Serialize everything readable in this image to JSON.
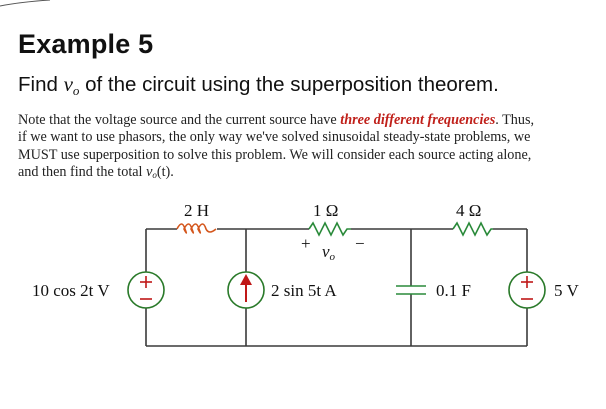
{
  "heading": {
    "title": "Example 5",
    "subtitle_prefix": "Find",
    "subtitle_var": "v",
    "subtitle_var_sub": "o",
    "subtitle_suffix": "of the circuit using the superposition theorem."
  },
  "note": {
    "part1": "Note that the voltage source and the current source have",
    "highlight": "three different frequencies",
    "part2": ". Thus, if we want to use phasors, the only way we've solved sinusoidal steady-state problems, we MUST use superposition to solve this problem. We will consider each source acting alone, and then find the total",
    "var": "v",
    "var_sub": "o",
    "var_arg": "(t).",
    "highlight_color": "#c0201a"
  },
  "circuit": {
    "voltage_source_label": "10 cos 2t V",
    "inductor_label": "2 H",
    "resistor1_label": "1 Ω",
    "resistor2_label": "4 Ω",
    "current_source_label": "2 sin 5t A",
    "capacitor_label": "0.1 F",
    "dc_source_label": "5 V",
    "vo_label": "v",
    "vo_sub": "o",
    "plus_sign": "+",
    "minus_sign": "−"
  }
}
